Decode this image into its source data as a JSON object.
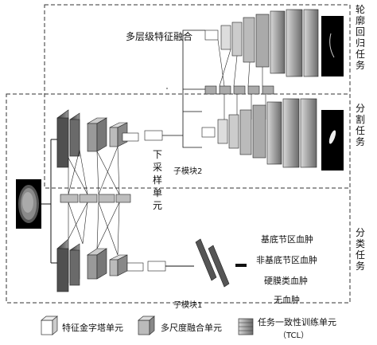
{
  "labels": {
    "contour_task": "轮廓回归任务",
    "segmentation_task": "分割任务",
    "classification_task": "分类任务",
    "multi_level_fusion": "多层级特征融合",
    "downsampling_unit": "下采样单元",
    "submodule_1": "子模块1",
    "submodule_2": "子模块2"
  },
  "classes": [
    "基底节区血肿",
    "非基底节区血肿",
    "硬膜类血肿",
    "无血肿"
  ],
  "legend": [
    {
      "label": "特征金字塔单元"
    },
    {
      "label": "多尺度融合单元"
    },
    {
      "label": "任务一致性训练单元（TCL）"
    }
  ]
}
